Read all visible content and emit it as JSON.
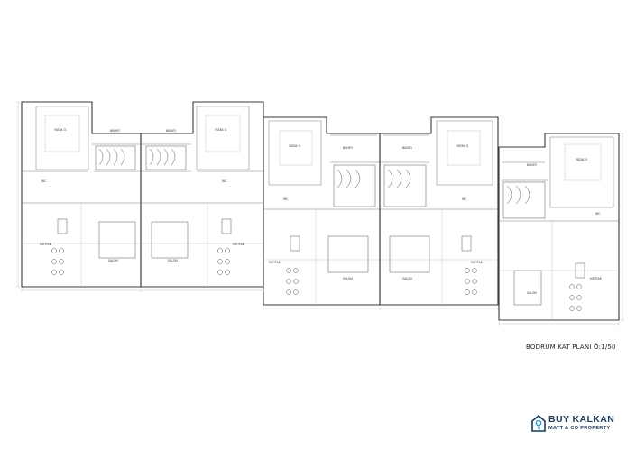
{
  "plan": {
    "title": "BODRUM KAT PLANI Ö:1/50",
    "room_labels": {
      "bedroom": "YATAK O.",
      "bathroom": "BANYO",
      "wc": "WC",
      "kitchen": "MUTFAK",
      "living": "SALON"
    }
  },
  "brand": {
    "name": "BUY KALKAN",
    "tagline": "MATT & CO PROPERTY",
    "color": "#1b3a5c",
    "accent": "#2b9be0",
    "icon": "house-key-icon"
  }
}
